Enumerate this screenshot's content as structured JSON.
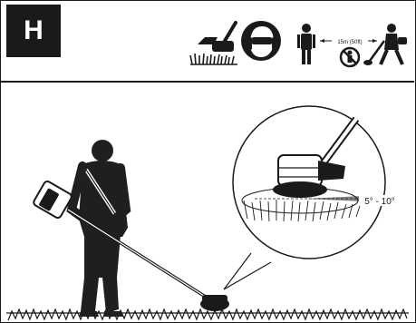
{
  "section": {
    "label": "H"
  },
  "header_icons": {
    "items": [
      {
        "icon": "debris-warning-icon"
      },
      {
        "icon": "head-protection-icon"
      },
      {
        "icon": "bystander-icon"
      },
      {
        "icon": "keep-distance-icon"
      },
      {
        "icon": "no-entry-person-icon"
      },
      {
        "icon": "trimming-operator-icon"
      }
    ],
    "distance_label": "15m (50ft)"
  },
  "illustration": {
    "angle_label": "5° - 10°",
    "colors": {
      "line": "#1a1a1a",
      "silhouette": "#1f1f1f",
      "background": "#ffffff"
    }
  }
}
